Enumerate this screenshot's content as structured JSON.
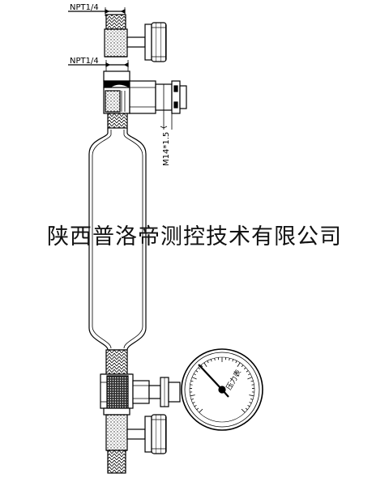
{
  "labels": {
    "top_thread": "NPT1/4",
    "inner_thread": "NPT1/4",
    "side_thread": "M14*1.5",
    "company": "陕西普洛帝测控技术有限公司",
    "gauge_text": "压力表"
  }
}
